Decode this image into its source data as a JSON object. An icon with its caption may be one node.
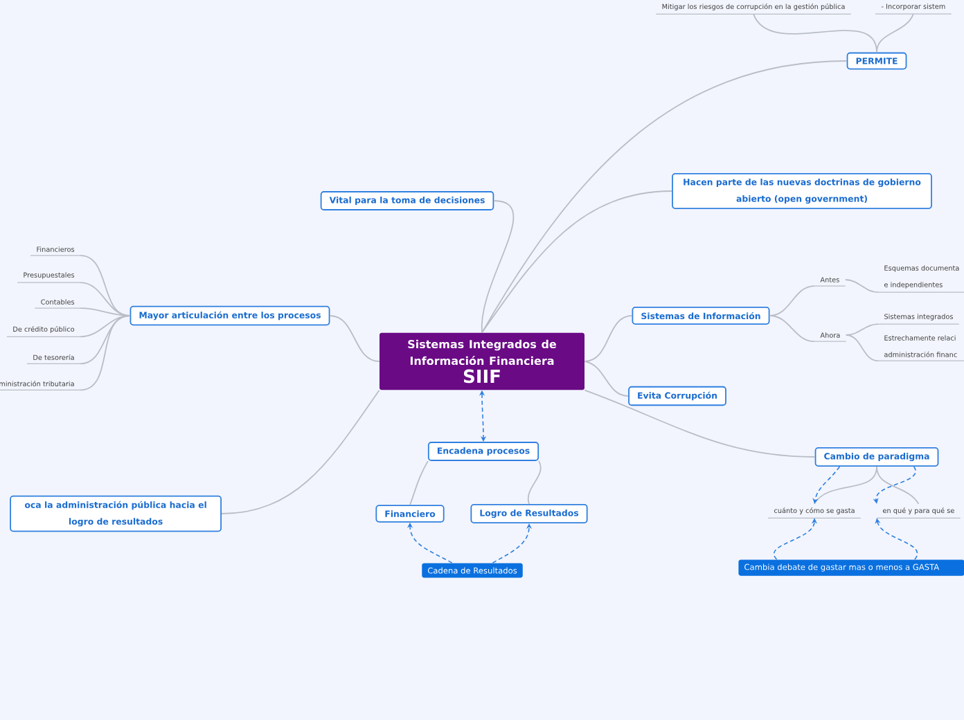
{
  "diagram": {
    "nodes": [
      {
        "text": [
          "Sistemas Integrados de Información Financiera",
          "SIIF"
        ]
      },
      {
        "text": [
          "PERMITE"
        ]
      },
      {
        "text": [
          "Mitigar los riesgos de corrupción en la gestión pública"
        ]
      },
      {
        "text": [
          "-     Incorporar sistem"
        ]
      },
      {
        "text": [
          "Vital para la toma de decisiones"
        ]
      },
      {
        "text": [
          "Hacen parte de las nuevas doctrinas de gobierno abierto (open government)"
        ]
      },
      {
        "text": [
          "Mayor articulación entre los procesos"
        ]
      },
      {
        "text": [
          "Financieros"
        ]
      },
      {
        "text": [
          "Presupuestales"
        ]
      },
      {
        "text": [
          "Contables"
        ]
      },
      {
        "text": [
          "De crédito público"
        ]
      },
      {
        "text": [
          "De tesorería"
        ]
      },
      {
        "text": [
          "ministración tributaria"
        ]
      },
      {
        "text": [
          "Sistemas de Información"
        ]
      },
      {
        "text": [
          "Antes"
        ]
      },
      {
        "text": [
          "Esquemas documenta e independientes"
        ]
      },
      {
        "text": [
          "Ahora"
        ]
      },
      {
        "text": [
          "Sistemas integrados"
        ]
      },
      {
        "text": [
          "Estrechamente relaci administración financ"
        ]
      },
      {
        "text": [
          "Evita Corrupción"
        ]
      },
      {
        "text": [
          "Cambio de paradigma"
        ]
      },
      {
        "text": [
          "cuánto y cómo se gasta"
        ]
      },
      {
        "text": [
          "en qué y para qué se"
        ]
      },
      {
        "text": [
          "Cambia debate de gastar mas o menos a GASTA"
        ]
      },
      {
        "text": [
          "Encadena procesos"
        ]
      },
      {
        "text": [
          "Financiero"
        ]
      },
      {
        "text": [
          "Logro de Resultados"
        ]
      },
      {
        "text": [
          "Cadena de Resultados"
        ]
      },
      {
        "text": [
          "oca la administración pública hacia el logro de resultados"
        ]
      }
    ],
    "edges": [
      {
        "from": 0,
        "to": 1,
        "arrow": "none"
      },
      {
        "from": 1,
        "to": 2,
        "arrow": "none"
      },
      {
        "from": 1,
        "to": 3,
        "arrow": "none"
      },
      {
        "from": 0,
        "to": 4,
        "arrow": "none"
      },
      {
        "from": 0,
        "to": 5,
        "arrow": "none"
      },
      {
        "from": 0,
        "to": 6,
        "arrow": "none"
      },
      {
        "from": 6,
        "to": 7,
        "arrow": "none"
      },
      {
        "from": 6,
        "to": 8,
        "arrow": "none"
      },
      {
        "from": 6,
        "to": 9,
        "arrow": "none"
      },
      {
        "from": 6,
        "to": 10,
        "arrow": "none"
      },
      {
        "from": 6,
        "to": 11,
        "arrow": "none"
      },
      {
        "from": 6,
        "to": 12,
        "arrow": "none"
      },
      {
        "from": 0,
        "to": 13,
        "arrow": "none"
      },
      {
        "from": 13,
        "to": 14,
        "arrow": "none"
      },
      {
        "from": 14,
        "to": 15,
        "arrow": "none"
      },
      {
        "from": 13,
        "to": 16,
        "arrow": "none"
      },
      {
        "from": 16,
        "to": 17,
        "arrow": "none"
      },
      {
        "from": 16,
        "to": 18,
        "arrow": "none"
      },
      {
        "from": 0,
        "to": 19,
        "arrow": "none"
      },
      {
        "from": 0,
        "to": 20,
        "arrow": "none"
      },
      {
        "from": 20,
        "to": 21,
        "arrow": "none"
      },
      {
        "from": 20,
        "to": 22,
        "arrow": "none"
      },
      {
        "from": 0,
        "to": 28,
        "arrow": "none"
      },
      {
        "from": 0,
        "to": 24,
        "arrow": "both",
        "style": "dashed",
        "color": "#2f80e0"
      },
      {
        "from": 24,
        "to": 25,
        "arrow": "none"
      },
      {
        "from": 24,
        "to": 26,
        "arrow": "none"
      },
      {
        "from": 20,
        "to": 21,
        "arrow": "to",
        "style": "dashed",
        "color": "#2f80e0"
      },
      {
        "from": 20,
        "to": 22,
        "arrow": "to",
        "style": "dashed",
        "color": "#2f80e0"
      },
      {
        "from": 23,
        "to": 21,
        "arrow": "to",
        "style": "dashed",
        "color": "#2f80e0"
      },
      {
        "from": 23,
        "to": 22,
        "arrow": "to",
        "style": "dashed",
        "color": "#2f80e0"
      },
      {
        "from": 27,
        "to": 25,
        "arrow": "to",
        "style": "dashed",
        "color": "#2f80e0"
      },
      {
        "from": 27,
        "to": 26,
        "arrow": "to",
        "style": "dashed",
        "color": "#2f80e0"
      }
    ]
  }
}
